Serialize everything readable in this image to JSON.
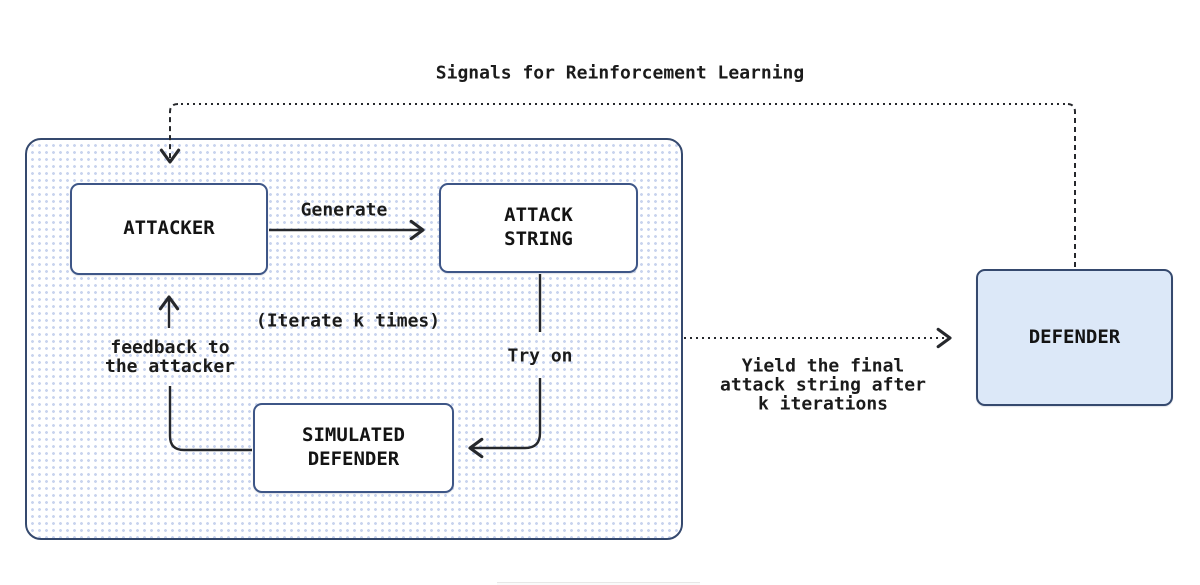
{
  "diagram": {
    "title": "Signals for Reinforcement Learning",
    "nodes": {
      "attacker": "ATTACKER",
      "attack_string": "ATTACK\nSTRING",
      "simulated_defender": "SIMULATED\nDEFENDER",
      "defender": "DEFENDER"
    },
    "edge_labels": {
      "generate": "Generate",
      "iterate_note": "(Iterate k times)",
      "try_on": "Try on",
      "feedback": "feedback to\nthe attacker",
      "yield_final": "Yield the final\nattack string after\nk iterations"
    },
    "colors": {
      "container_border": "#35496e",
      "node_border": "#3e5687",
      "defender_fill": "#dce8f8",
      "dot_pattern": "#c9d4ee",
      "line": "#26282c",
      "text": "#151515"
    }
  }
}
